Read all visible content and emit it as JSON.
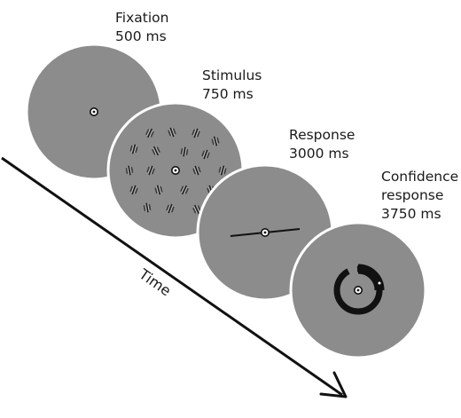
{
  "time_axis": {
    "label": "Time"
  },
  "stages": [
    {
      "id": "fixation",
      "name": "Fixation",
      "duration": "500 ms"
    },
    {
      "id": "stimulus",
      "name": "Stimulus",
      "duration": "750 ms"
    },
    {
      "id": "response",
      "name": "Response",
      "duration": "3000 ms"
    },
    {
      "id": "confidence",
      "name_line1": "Confidence",
      "name_line2": "response",
      "duration": "3750 ms"
    }
  ],
  "colors": {
    "screen": "#8c8c8c",
    "ink": "#111111",
    "background": "#ffffff"
  }
}
